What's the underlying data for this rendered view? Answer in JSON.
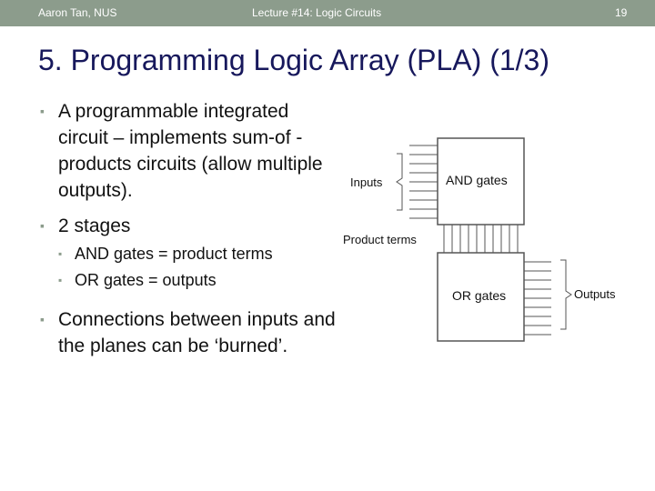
{
  "header": {
    "author": "Aaron Tan, NUS",
    "lecture": "Lecture #14: Logic Circuits",
    "page_number": "19"
  },
  "slide": {
    "title": "5. Programming Logic Array (PLA) (1/3)",
    "bullets": [
      {
        "text": "A programmable integrated circuit – implements sum-of -products circuits (allow multiple outputs)."
      },
      {
        "text": "2 stages",
        "sub": [
          "AND gates = product terms",
          "OR gates = outputs"
        ]
      },
      {
        "text": "Connections between inputs and the planes can be ‘burned’."
      }
    ]
  },
  "diagram": {
    "inputs_label": "Inputs",
    "and_label": "AND gates",
    "product_terms_label": "Product terms",
    "or_label": "OR gates",
    "outputs_label": "Outputs"
  },
  "colors": {
    "header_bar": "#8c9c8c",
    "title_text": "#17185c",
    "bullet_marker": "#8c9c8c",
    "line_color": "#555555"
  }
}
